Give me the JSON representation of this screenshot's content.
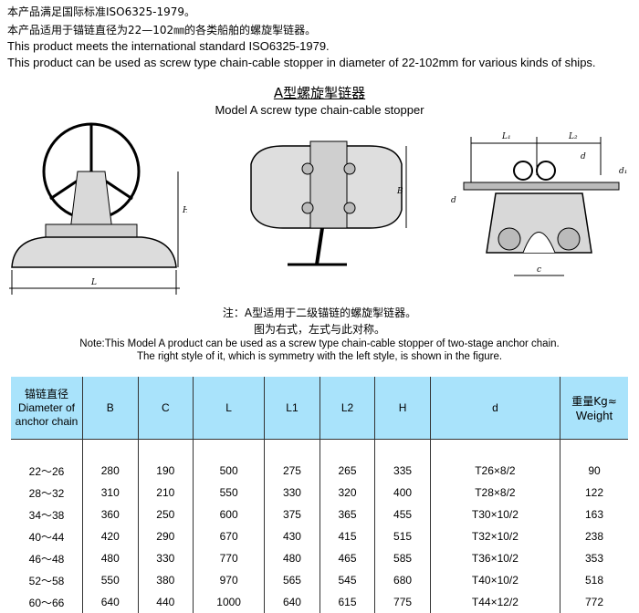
{
  "intro": {
    "cn_line1": "本产品满足国际标准ISO6325-1979。",
    "cn_line2": "本产品适用于锚链直径为22—102㎜的各类船舶的螺旋掣链器。",
    "en_line1": "This product meets the international standard ISO6325-1979.",
    "en_line2": "This product can be used as screw type chain-cable stopper in diameter of 22-102mm for various kinds of ships."
  },
  "title": {
    "cn": "A型螺旋掣链器",
    "en": "Model A screw type chain-cable stopper"
  },
  "figure_labels": {
    "H": "H",
    "L": "L",
    "B": "B",
    "L1": "L₁",
    "L2": "L₂",
    "d": "d",
    "d1": "d₁",
    "c": "c"
  },
  "notes": {
    "cn_line1": "注：A型适用于二级锚链的螺旋掣链器。",
    "cn_line2": "图为右式，左式与此对称。",
    "en_line1": "Note:This Model A product can be used as a screw type chain-cable stopper of two-stage anchor chain.",
    "en_line2": "The right style of it, which is symmetry with the left style, is shown in the figure."
  },
  "table": {
    "headers": {
      "diam_cn": "锚链直径",
      "diam_en1": "Diameter of",
      "diam_en2": "anchor chain",
      "B": "B",
      "C": "C",
      "L": "L",
      "L1": "L1",
      "L2": "L2",
      "H": "H",
      "d": "d",
      "weight_cn": "重量Kg≈",
      "weight_en": "Weight"
    },
    "rows": [
      [
        "22～26",
        "280",
        "190",
        "500",
        "275",
        "265",
        "335",
        "T26×8/2",
        "90"
      ],
      [
        "28～32",
        "310",
        "210",
        "550",
        "330",
        "320",
        "400",
        "T28×8/2",
        "122"
      ],
      [
        "34～38",
        "360",
        "250",
        "600",
        "375",
        "365",
        "455",
        "T30×10/2",
        "163"
      ],
      [
        "40～44",
        "420",
        "290",
        "670",
        "430",
        "415",
        "515",
        "T32×10/2",
        "238"
      ],
      [
        "46～48",
        "480",
        "330",
        "770",
        "480",
        "465",
        "585",
        "T36×10/2",
        "353"
      ],
      [
        "52～58",
        "550",
        "380",
        "970",
        "565",
        "545",
        "680",
        "T40×10/2",
        "518"
      ],
      [
        "60～66",
        "640",
        "440",
        "1000",
        "640",
        "615",
        "775",
        "T44×12/2",
        "772"
      ]
    ]
  }
}
